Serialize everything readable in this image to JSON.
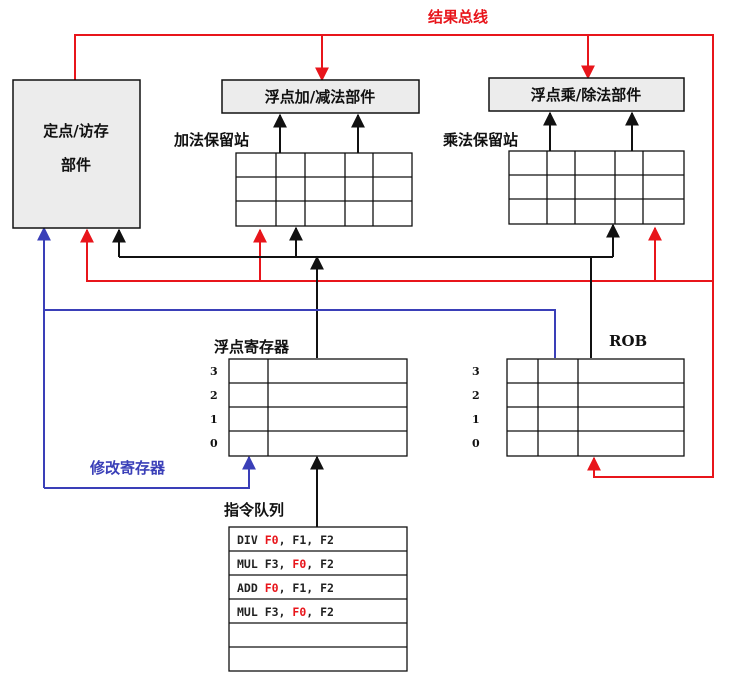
{
  "result_bus": "结果总线",
  "fixed_point_unit": {
    "line1": "定点/访存",
    "line2": "部件"
  },
  "fp_add_unit": "浮点加/减法部件",
  "fp_mul_unit": "浮点乘/除法部件",
  "add_rs": "加法保留站",
  "mul_rs": "乘法保留站",
  "fp_regs": "浮点寄存器",
  "rob": "ROB",
  "modify_regs": "修改寄存器",
  "instr_queue": "指令队列",
  "row_labels": [
    "3",
    "2",
    "1",
    "0"
  ],
  "instructions": [
    [
      {
        "t": "DIV ",
        "red": false
      },
      {
        "t": "F0",
        "red": true
      },
      {
        "t": ", F1, F2",
        "red": false
      }
    ],
    [
      {
        "t": "MUL F3, ",
        "red": false
      },
      {
        "t": "F0",
        "red": true
      },
      {
        "t": ", F2",
        "red": false
      }
    ],
    [
      {
        "t": "ADD ",
        "red": false
      },
      {
        "t": "F0",
        "red": true
      },
      {
        "t": ", F1, F2",
        "red": false
      }
    ],
    [
      {
        "t": "MUL F3, ",
        "red": false
      },
      {
        "t": "F0",
        "red": true
      },
      {
        "t": ", F2",
        "red": false
      }
    ]
  ],
  "colors": {
    "red_path": "#e8151b",
    "blue_path": "#3a3fb8",
    "black_path": "#111111",
    "unit_fill": "#ececec"
  }
}
